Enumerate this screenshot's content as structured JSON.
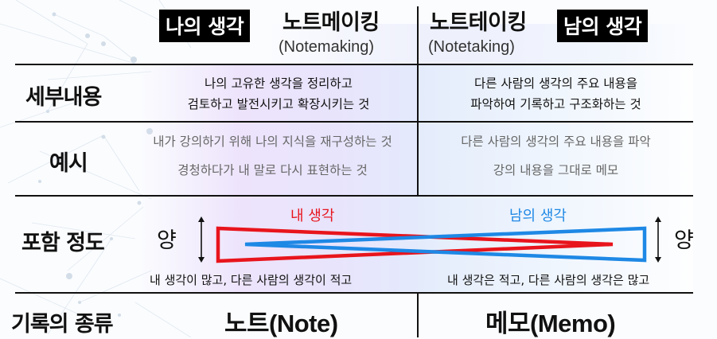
{
  "header": {
    "left": {
      "badge": "나의 생각",
      "title": "노트메이킹",
      "subtitle": "(Notemaking)"
    },
    "right": {
      "badge": "남의 생각",
      "title": "노트테이킹",
      "subtitle": "(Notetaking)"
    }
  },
  "rows": [
    {
      "label": "세부내용",
      "left_lines": [
        "나의 고유한 생각을 정리하고",
        "검토하고 발전시키고 확장시키는 것"
      ],
      "right_lines": [
        "다른 사람의 생각의 주요 내용을",
        "파악하여 기록하고 구조화하는 것"
      ]
    },
    {
      "label": "예시",
      "left_lines": [
        "내가 강의하기 위해 나의 지식을 재구성하는 것",
        "경청하다가 내 말로 다시 표현하는 것"
      ],
      "right_lines": [
        "다른 사람의 생각의 주요 내용을 파악",
        "강의 내용을 그대로 메모"
      ]
    },
    {
      "label": "포함 정도",
      "left_quantity": "양",
      "right_quantity": "양",
      "my_thought_label": "내 생각",
      "others_thought_label": "남의 생각",
      "left_caption": "내 생각이 많고, 다른 사람의 생각이 적고",
      "right_caption": "내 생각은 적고, 다른 사람의 생각은 많고"
    },
    {
      "label": "기록의 종류",
      "left_value": "노트(Note)",
      "right_value": "메모(Memo)"
    }
  ],
  "colors": {
    "my_thought": "#e8141c",
    "others_thought": "#1e88e5",
    "line": "#111111",
    "badge_bg": "#000000"
  }
}
